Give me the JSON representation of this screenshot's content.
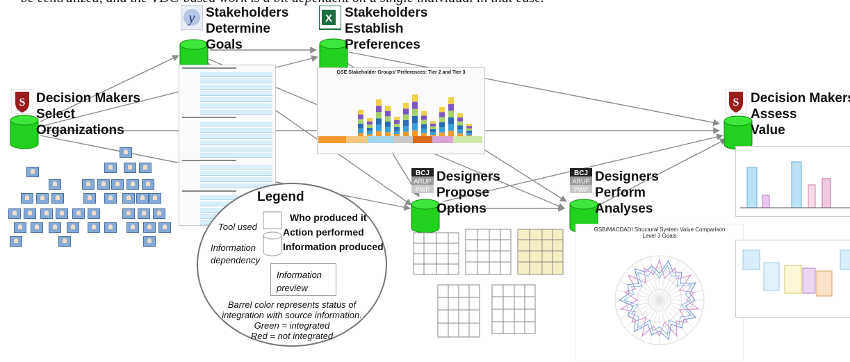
{
  "top_text": "be centralized, and the VDC-based work is a bit dependent on a single individual in that case.",
  "colors": {
    "barrel": "#22d11e",
    "barrel_dark": "#0d8a0d",
    "arrow": "#8c8c8c",
    "legend_border": "#777777"
  },
  "nodes": {
    "select": {
      "label": [
        "Decision Makers",
        "Select",
        "Organizations"
      ],
      "icon": "stanford-logo-icon"
    },
    "goals": {
      "label": [
        "Stakeholders",
        "Determine",
        "Goals"
      ],
      "icon": "yahoo-groups-logo-icon"
    },
    "preferences": {
      "label": [
        "Stakeholders",
        "Establish",
        "Preferences"
      ],
      "icon": "excel-logo-icon"
    },
    "options": {
      "label": [
        "Designers",
        "Propose",
        "Options"
      ],
      "icon": "bcj-logo-icon",
      "logo_lines": [
        "BCJ",
        "ARUP",
        "PWP"
      ]
    },
    "analyses": {
      "label": [
        "Designers",
        "Perform",
        "Analyses"
      ],
      "icon": "bcj-logo-icon",
      "logo_lines": [
        "BCJ",
        "ARUP",
        "PWP"
      ]
    },
    "assess": {
      "label": [
        "Decision Makers",
        "Assess",
        "Value"
      ],
      "icon": "stanford-logo-icon"
    }
  },
  "legend": {
    "title": "Legend",
    "who": "Who produced it",
    "tool": "Tool used",
    "action": "Action performed",
    "info_produced": "Information produced",
    "dependency": [
      "Information",
      "dependency"
    ],
    "preview": [
      "Information",
      "preview"
    ],
    "barrel_note": [
      "Barrel color represents status of",
      "integration with source information.",
      "Green = integrated",
      "Red = not integrated"
    ]
  },
  "previews": {
    "preferences_chart": {
      "title": "GSE Stakeholder Groups' Preferences: Tier 2 and Tier 3"
    },
    "structural_chart": {
      "title": [
        "GSB/MACDADI Structural System Value Comparison",
        "Level 3 Goals"
      ]
    }
  }
}
